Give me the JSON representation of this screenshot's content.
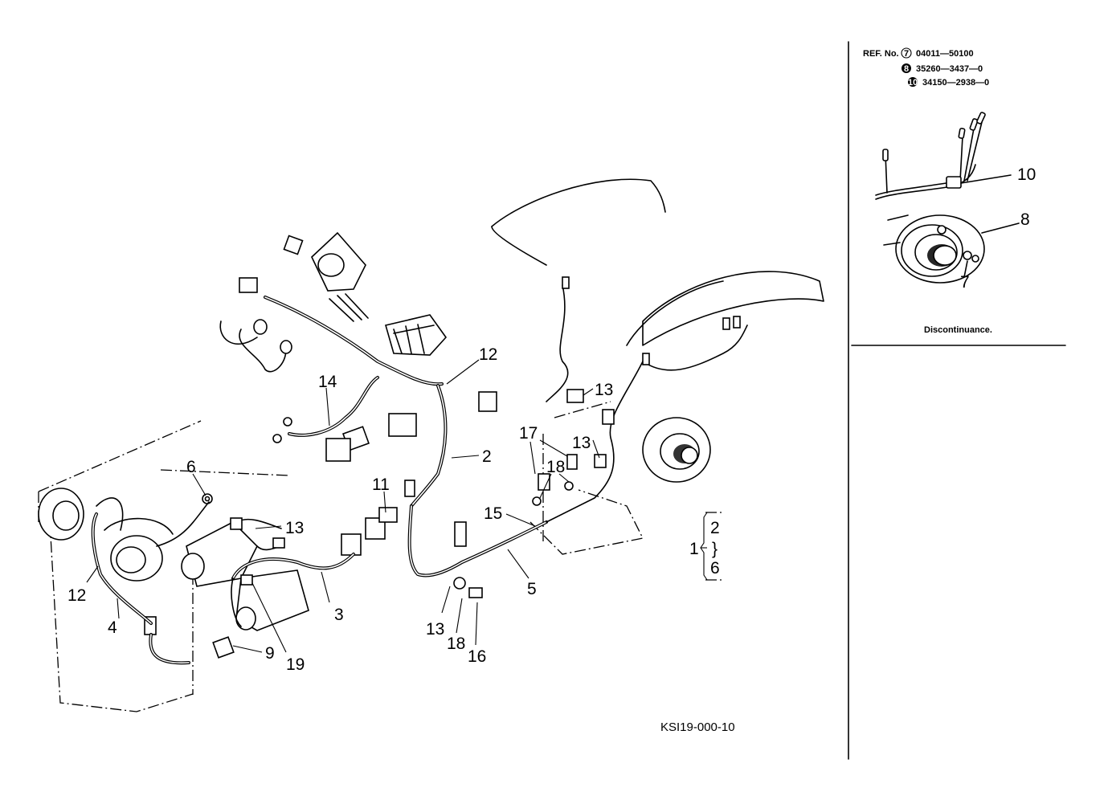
{
  "callouts": {
    "c1": "1",
    "c2": "2",
    "c3": "3",
    "c4": "4",
    "c5": "5",
    "c6": "6",
    "c8": "8",
    "c9": "9",
    "c10": "10",
    "c11": "11",
    "c12a": "12",
    "c12b": "12",
    "c13a": "13",
    "c13b": "13",
    "c13c": "13",
    "c13d": "13",
    "c14": "14",
    "c15": "15",
    "c16": "16",
    "c17": "17",
    "c18a": "18",
    "c18b": "18",
    "c19": "19",
    "c7": "7"
  },
  "bracket": {
    "top": "2",
    "mid": "}",
    "bottom": "6"
  },
  "ref_panel": {
    "heading": "REF. No.",
    "rows": [
      {
        "mark": "7",
        "part": "04011—50100"
      },
      {
        "mark": "8",
        "part": "35260—3437—0"
      },
      {
        "mark": "10",
        "part": "34150—2938—0"
      }
    ],
    "note": "Discontinuance."
  },
  "drawing_code": "KSI19-000-10"
}
